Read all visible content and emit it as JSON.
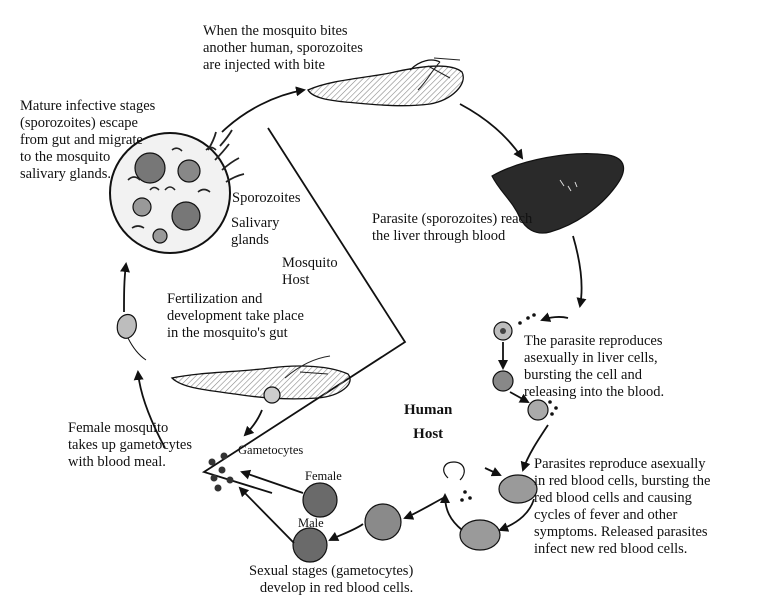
{
  "labels": {
    "bite": "When the mosquito bites\nanother human, sporozoites\nare injected with bite",
    "escape": "Mature infective stages\n(sporozoites) escape\nfrom gut and migrate\nto the mosquito\nsalivary glands.",
    "sporozoites": "Sporozoites",
    "salivary": "Salivary\nglands",
    "mosquito_host": "Mosquito\nHost",
    "fertilization": "Fertilization and\ndevelopment take place\nin the mosquito's gut",
    "liver": "Parasite (sporozoites) reach\nthe liver through blood",
    "asexual_liver": "The parasite reproduces\nasexually in liver cells,\nbursting the cell and\nreleasing into the blood.",
    "human_host": "Human\nHost",
    "female_mosquito": "Female mosquito\ntakes up gametocytes\nwith blood meal.",
    "gametocytes": "Gametocytes",
    "female": "Female",
    "male": "Male",
    "rbc": "Parasites reproduce asexually\nin red blood cells, bursting the\nred blood cells and causing\ncycles of fever and other\nsymptoms. Released parasites\ninfect new red blood cells.",
    "sexual": "Sexual stages (gametocytes)\n   develop in red blood cells."
  },
  "colors": {
    "ink": "#111111",
    "fill_dark": "#2a2a2a",
    "fill_mid": "#9a9a9a",
    "fill_light": "#d8d8d8"
  }
}
